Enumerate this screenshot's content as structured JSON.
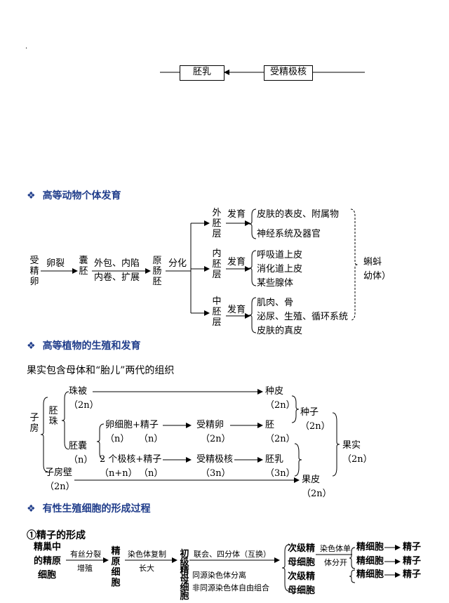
{
  "top": {
    "endosperm": "胚乳",
    "fertilized_polar": "受精极核",
    "dot": "·"
  },
  "s1": {
    "title": "高等动物个体发育",
    "zygote": "受精卵",
    "cleavage": "卵裂",
    "blastula": "囊胚",
    "wrap1": "外包、内陷",
    "wrap2": "内卷、扩展",
    "gastrula": "原肠胚",
    "differentiate": "分化",
    "ecto": "外胚层",
    "endo": "内胚层",
    "meso": "中胚层",
    "dev": "发育",
    "ecto_items": [
      "皮肤的表皮、附属物",
      "神经系统及器官"
    ],
    "endo_items": [
      "呼吸道上皮",
      "消化道上皮",
      "某些腺体"
    ],
    "meso_items": [
      "肌肉、骨",
      "泌尿、生殖、循环系统",
      "皮肤的真皮"
    ],
    "larva1": "蝌蚪",
    "larva2": "幼体）"
  },
  "s2": {
    "title": "高等植物的生殖和发育",
    "intro": "果实包含母体和“胎儿”两代的组织",
    "ovary": "子房",
    "ovule": "胚珠",
    "integument": "珠被",
    "seed_coat": "种皮",
    "embryo_sac": "胚囊",
    "egg_sperm": "卵细胞+精子",
    "zygote": "受精卵",
    "embryo": "胚",
    "polar_sperm": "2 个极核+精子",
    "fert_polar": "受精极核",
    "endosperm": "胚乳",
    "seed": "种子",
    "fruit": "果实",
    "ovary_wall": "子房壁",
    "pericarp": "果皮",
    "p2n": "（2n）",
    "pn": "（n）",
    "p3n": "（3n）",
    "pnn": "（n+n）"
  },
  "s3": {
    "title": "有性生殖细胞的形成过程",
    "sub": "①精子的形成",
    "sperm_origin": [
      "精巢中",
      "的精原",
      "细胞"
    ],
    "mitosis": "有丝分裂",
    "proliferate": "增殖",
    "spermatogonium": "精原细胞",
    "replicate": "染色体复制",
    "grow": "长大",
    "primary": "初级精母细胞",
    "synapsis": "联会、四分体（互换）",
    "sep1": "同源染色体分离",
    "sep2": "非同源染色体自由组合",
    "secondary": "次级精母细胞",
    "chrom_single": "染色体单",
    "chrom_split": "体分开",
    "spermatid": "精细胞",
    "sperm": "精子"
  }
}
